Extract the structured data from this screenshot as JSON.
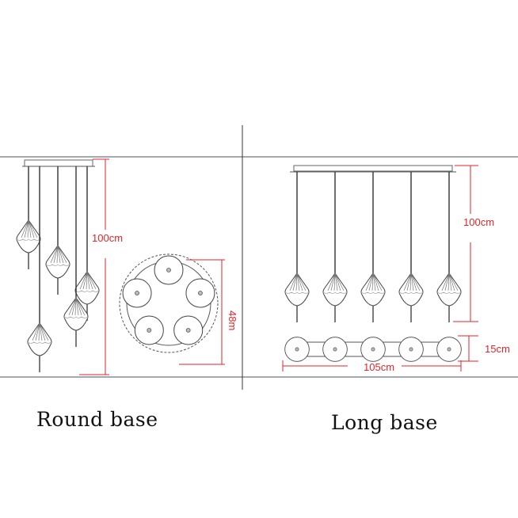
{
  "captions": {
    "round": "Round base",
    "long": "Long base"
  },
  "round_base": {
    "height_label": "100cm",
    "diameter_label": "48m",
    "pendant_count": 5
  },
  "long_base": {
    "height_label": "100cm",
    "depth_label": "15cm",
    "width_label": "105cm",
    "pendant_count": 5
  },
  "colors": {
    "dimension": "#e0262b",
    "line": "#333333",
    "frame": "#4a5260"
  }
}
